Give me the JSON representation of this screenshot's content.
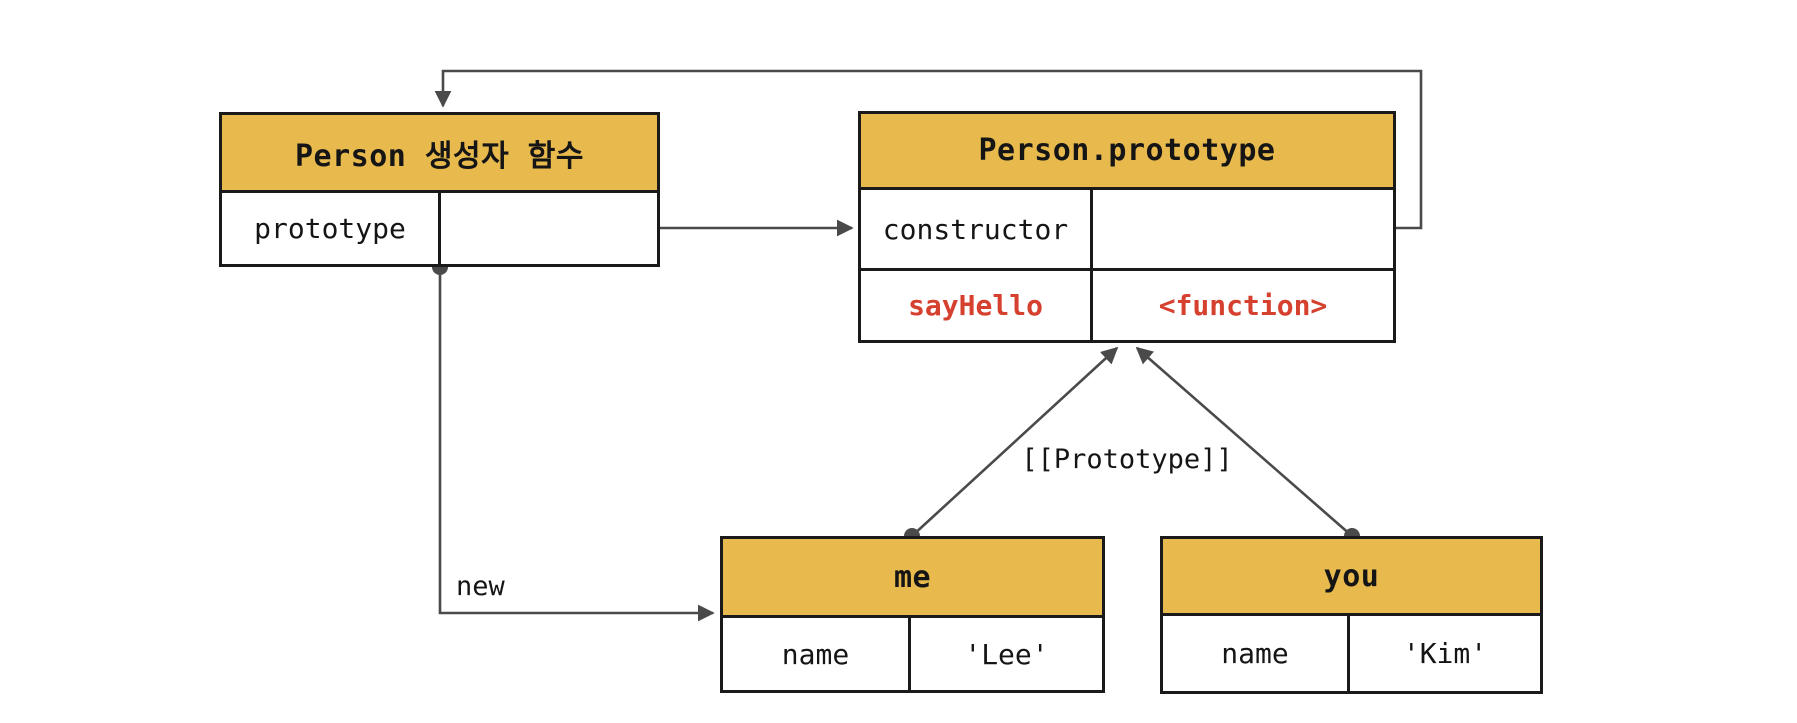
{
  "theme": {
    "header_bg": "#E8BA4E",
    "border": "#1A1A1A",
    "line": "#4A4A4A",
    "highlight": "#D6402E",
    "background": "#FFFFFF",
    "text": "#151515"
  },
  "boxes": {
    "person_constructor": {
      "title": "Person 생성자 함수",
      "rows": [
        {
          "key": "prototype",
          "value": ""
        }
      ]
    },
    "person_prototype": {
      "title": "Person.prototype",
      "rows": [
        {
          "key": "constructor",
          "value": ""
        },
        {
          "key": "sayHello",
          "value": "<function>"
        }
      ]
    },
    "me_instance": {
      "title": "me",
      "rows": [
        {
          "key": "name",
          "value": "'Lee'"
        }
      ]
    },
    "you_instance": {
      "title": "you",
      "rows": [
        {
          "key": "name",
          "value": "'Kim'"
        }
      ]
    }
  },
  "labels": {
    "new_operator": "new",
    "prototype_link": "[[Prototype]]"
  }
}
